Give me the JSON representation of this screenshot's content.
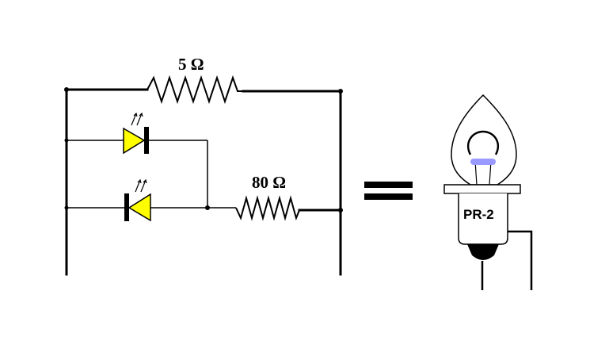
{
  "labels": {
    "resistor_top": "5 Ω",
    "resistor_bottom": "80 Ω",
    "bulb": "PR-2"
  },
  "colors": {
    "wire": "#000000",
    "led_fill": "#ffff00",
    "filament_glow": "#9999ff",
    "background": "#ffffff"
  },
  "icons": {
    "equals": "equals-sign",
    "led": "led-diode-icon",
    "bulb": "light-bulb-icon"
  }
}
